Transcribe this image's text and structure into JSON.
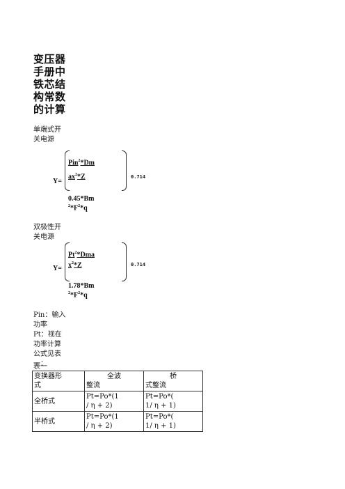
{
  "title_lines": [
    "变压器",
    "手册中",
    "铁芯结",
    "构常数",
    "的计算"
  ],
  "single_ended": {
    "label_lines": [
      "单端式开",
      "关电源"
    ],
    "numerator_1": "Pin",
    "numerator_1b": "*Dm",
    "numerator_2": "ax",
    "numerator_2b": "*Z",
    "lhs": "Y=",
    "exponent": "0.714",
    "denominator_1": "0.45*Bm",
    "denominator_2": "*F",
    "denominator_2b": "*q",
    "sup2": "2"
  },
  "push_pull": {
    "label_lines": [
      "双极性开",
      "关电源"
    ],
    "numerator_1": "Pt",
    "numerator_1b": "*Dma",
    "numerator_2": "x",
    "numerator_2b": "*Z",
    "lhs": "Y=",
    "exponent": "0.714",
    "denominator_1": "1.78*Bm",
    "denominator_2": "*F",
    "denominator_2b": "*q",
    "sup2": "2"
  },
  "notes": [
    "Pin：输入",
    "功率",
    "Pt：视在",
    "功率计算",
    "公式见表",
    "一："
  ],
  "table_caption": "表一",
  "table": {
    "headers": [
      [
        "变换器形",
        "式"
      ],
      [
        "全波",
        "整流"
      ],
      [
        "桥",
        "式整流"
      ]
    ],
    "rows": [
      {
        "type": "全桥式",
        "full_wave": [
          "Pt=Po*(1",
          "/ η + 2)"
        ],
        "bridge": [
          "Pt=Po*(",
          "1/ η + 1)"
        ]
      },
      {
        "type": "半桥式",
        "full_wave": [
          "Pt=Po*(1",
          "/ η + 2)"
        ],
        "bridge": [
          "Pt=Po*(",
          "1/ η + 1)"
        ]
      }
    ]
  }
}
